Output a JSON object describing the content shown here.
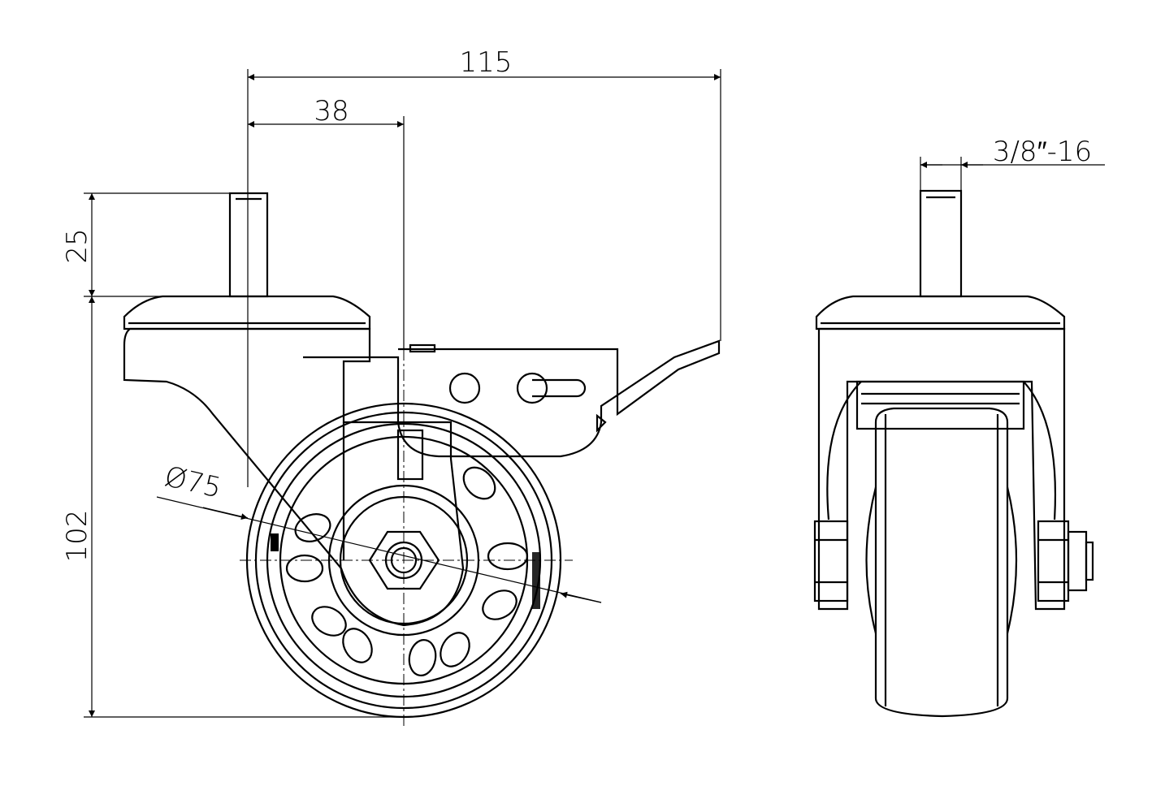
{
  "title": "Caster technical drawing",
  "dimensions": {
    "overall_width": "115",
    "stem_offset": "38",
    "stem_height": "25",
    "body_height": "102",
    "wheel_diameter": "Ø75",
    "thread": "3/8″-16"
  },
  "colors": {
    "line": "#000000",
    "background": "#ffffff"
  }
}
